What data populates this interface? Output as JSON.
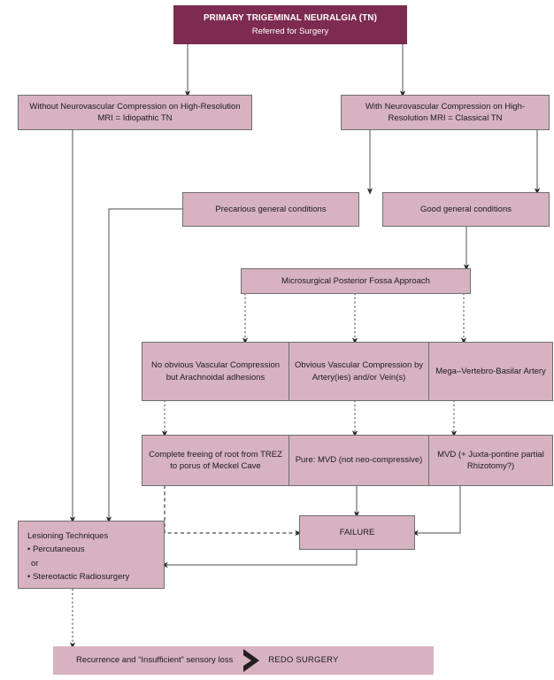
{
  "diagram": {
    "title_box": {
      "title": "PRIMARY TRIGEMINAL NEURALGIA (TN)",
      "subtitle": "Referred for Surgery"
    },
    "branch_left": "Without Neurovascular Compression on High-Resolution MRI = Idiopathic TN",
    "branch_right": "With Neurovascular Compression on High-Resolution MRI = Classical TN",
    "condition_precarious": "Precarious general conditions",
    "condition_good": "Good general conditions",
    "approach": "Microsurgical Posterior Fossa Approach",
    "findings": [
      "No obvious Vascular Compression but Arachnoidal adhesions",
      "Obvious Vascular Compression by Artery(ies) and/or Vein(s)",
      "Mega–Vertebro-Basilar Artery"
    ],
    "procedures": [
      "Complete freeing of root from TREZ to porus of Meckel Cave",
      "Pure: MVD (not neo-compressive)",
      "MVD (+ Juxta-pontine partial Rhizotomy?)"
    ],
    "failure": "FAILURE",
    "lesioning": {
      "heading": "Lesioning Techniques",
      "option_one": "• Percutaneous",
      "conjunction": "or",
      "option_two": "• Stereotactic Radiosurgery"
    },
    "bottom_bar": {
      "left_text": "Recurrence and “Insufficient” sensory loss",
      "chevron": "chevron-right-icon",
      "right_text": "REDO SURGERY"
    },
    "colors": {
      "header_fill": "#7d2b50",
      "node_fill": "#d7b2c1",
      "node_border": "#6f6f6f",
      "connector": "#6f6f6f",
      "chevron": "#231f20",
      "text": "#1c1c1c",
      "header_text": "#ffffff"
    }
  }
}
